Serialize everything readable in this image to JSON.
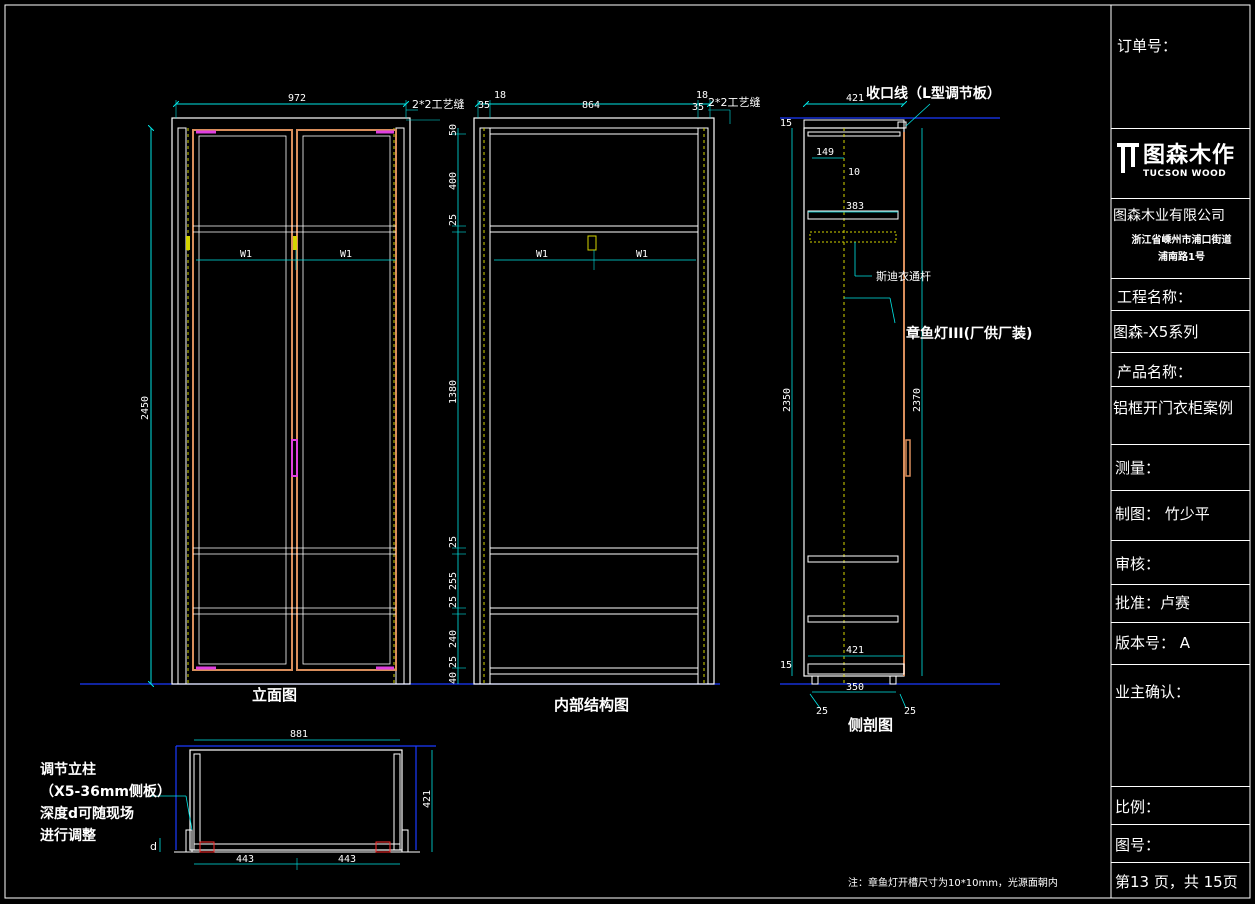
{
  "drawing": {
    "views": {
      "elevation": "立面图",
      "internal": "内部结构图",
      "side": "侧剖图"
    },
    "callouts": {
      "craft_seam_1": "2*2工艺缝",
      "craft_seam_2": "2*2工艺缝",
      "trim_line": "收口线（L型调节板）",
      "hanger_rod": "斯迪衣通杆",
      "light": "章鱼灯III(厂供厂装)",
      "adjust_1": "调节立柱",
      "adjust_2": "（X5-36mm侧板）",
      "adjust_3": "深度d可随现场",
      "adjust_4": "进行调整",
      "d_label": "d"
    },
    "dims": {
      "elev_width": "972",
      "elev_height": "2450",
      "w1a": "W1",
      "w1b": "W1",
      "w1c": "W1",
      "w1d": "W1",
      "int_left": "35",
      "int_gap_l": "18",
      "int_width": "864",
      "int_gap_r": "18",
      "int_right": "35",
      "v50": "50",
      "v400": "400",
      "v25a": "25",
      "v1380": "1380",
      "v25b": "25",
      "v255": "255",
      "v25c": "25",
      "v240": "240",
      "v25d": "25",
      "v40": "40",
      "side_depth": "421",
      "side_top": "15",
      "side_149": "149",
      "side_10": "10",
      "side_383": "383",
      "side_2350": "2350",
      "side_2370": "2370",
      "side_15b": "15",
      "side_421b": "421",
      "side_350": "350",
      "side_25l": "25",
      "side_25r": "25",
      "plan_881": "881",
      "plan_421": "421",
      "plan_443a": "443",
      "plan_443b": "443"
    },
    "note": "注：章鱼灯开槽尺寸为10*10mm，光源面朝内"
  },
  "title_block": {
    "order_no": "订单号：",
    "logo_main": "图森木作",
    "logo_sub": "TUCSON WOOD",
    "company": "图森木业有限公司",
    "address_1": "浙江省嵊州市浦口街道",
    "address_2": "浦南路1号",
    "project_label": "工程名称：",
    "project_value": "图森-X5系列",
    "product_label": "产品名称：",
    "product_value": "铝框开门衣柜案例",
    "measure": "测量：",
    "drafter": "制图：  竹少平",
    "review": "审核：",
    "approve": "批准：卢赛",
    "version": "版本号：   A",
    "owner_confirm": "业主确认：",
    "scale": "比例：",
    "drawing_no": "图号：",
    "page": "第13 页，共 15页"
  },
  "colors": {
    "dim": "#00e5e5",
    "panel": "#ffffff",
    "wood": "#d98e5c",
    "accent": "#e040e0",
    "hinge": "#d4d400",
    "ground": "#1a3bff",
    "marker": "#ff2a2a"
  }
}
